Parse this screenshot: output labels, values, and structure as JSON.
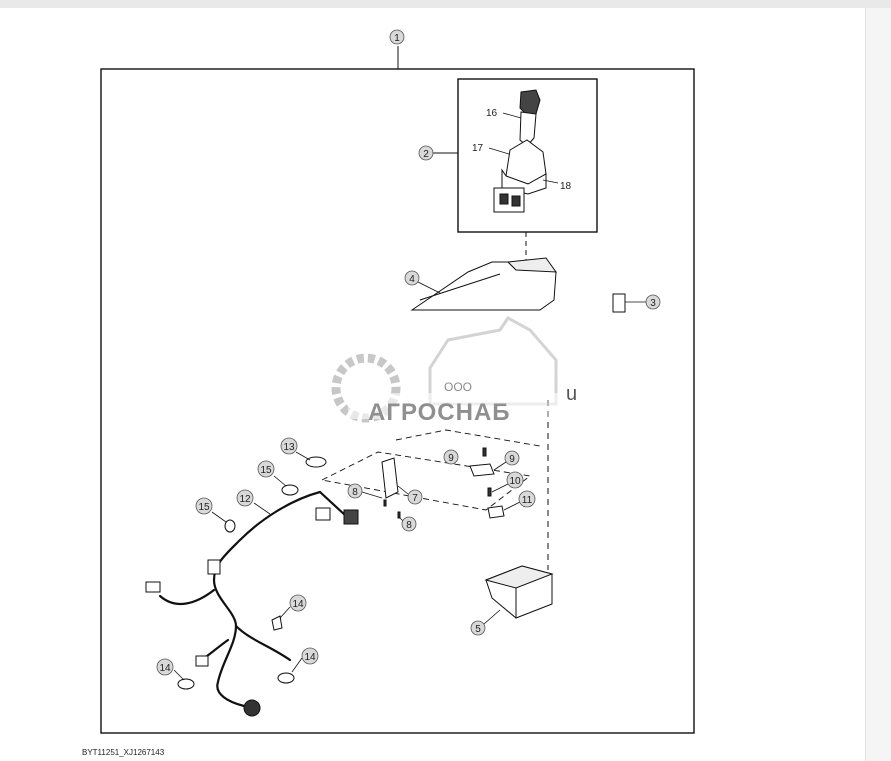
{
  "diagram": {
    "callouts": {
      "c1": "1",
      "c2": "2",
      "c3": "3",
      "c4": "4",
      "c5": "5",
      "c7": "7",
      "c8a": "8",
      "c8b": "8",
      "c9a": "9",
      "c9b": "9",
      "c10": "10",
      "c11": "11",
      "c12": "12",
      "c13": "13",
      "c14a": "14",
      "c14b": "14",
      "c14c": "14",
      "c15a": "15",
      "c15b": "15",
      "c16": "16",
      "c17": "17",
      "c18": "18"
    },
    "reference_code": "BYT11251_XJ1267143"
  },
  "watermark": {
    "prefix": "ООО",
    "name": "АГРОСНАБ",
    "trailing_letter": "u"
  },
  "colors": {
    "line": "#1a1a1a",
    "callout_circle_fill": "#d9d9d9",
    "watermark_gray": "#9a9a9a"
  }
}
